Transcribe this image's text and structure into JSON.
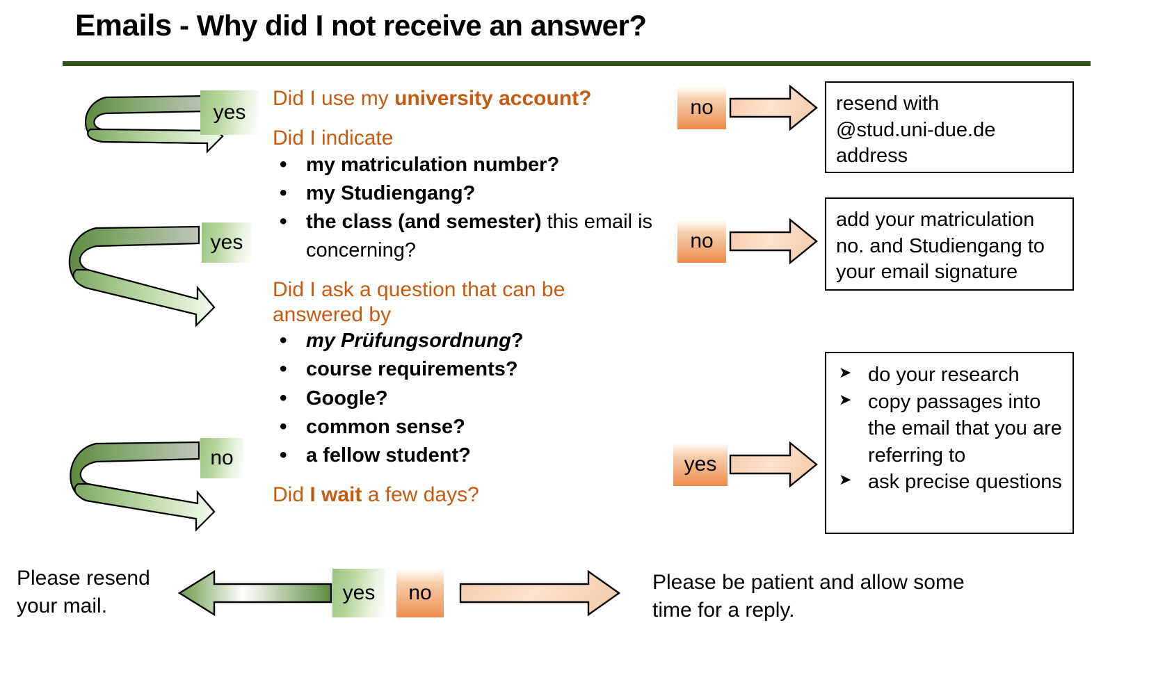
{
  "slide": {
    "title_bold": "Emails",
    "title_rest": "-  Why did I not receive an answer?",
    "rule_color": "#33521e",
    "accent_color": "#c55a11",
    "green_color": "#9ac37c",
    "orange_color": "#ed8c4d"
  },
  "questions": [
    {
      "id": "q1",
      "head_plain": "Did I use my ",
      "head_bold": "university account?",
      "bullets": []
    },
    {
      "id": "q2",
      "head_plain": "Did I indicate",
      "head_bold": "",
      "bullets": [
        {
          "bold": "my matriculation number?",
          "regular": ""
        },
        {
          "bold": "my Studiengang?",
          "regular": ""
        },
        {
          "bold": "the class (and semester)",
          "regular": " this email is concerning?"
        }
      ]
    },
    {
      "id": "q3",
      "head_plain": "Did I ask a question that can be answered by",
      "head_bold": "",
      "bullets": [
        {
          "italic": "my Prüfungsordnung",
          "bold": "?",
          "regular": ""
        },
        {
          "bold": "course requirements?",
          "regular": ""
        },
        {
          "bold": "Google?",
          "regular": ""
        },
        {
          "bold": "common sense?",
          "regular": ""
        },
        {
          "bold": "a fellow student?",
          "regular": ""
        }
      ]
    },
    {
      "id": "q4",
      "head_plain_a": "Did ",
      "head_bold": "I wait",
      "head_plain_b": " a few days?"
    }
  ],
  "loop_arrows": [
    {
      "label": "yes",
      "name": "loop-arrow-1"
    },
    {
      "label": "yes",
      "name": "loop-arrow-2"
    },
    {
      "label": "no",
      "name": "loop-arrow-3"
    }
  ],
  "branches": [
    {
      "chip": "no",
      "box_lines": [
        "resend with",
        "@stud.uni-due.de",
        "address"
      ],
      "box_type": "text"
    },
    {
      "chip": "no",
      "box_lines": [
        "add your matriculation",
        "no. and Studiengang to",
        "your email signature"
      ],
      "box_type": "text"
    },
    {
      "chip": "yes",
      "box_items": [
        "do your research",
        "copy passages into the email that you are referring to",
        "ask precise questions"
      ],
      "box_type": "list"
    }
  ],
  "footer": {
    "left_text_lines": [
      "Please resend",
      "your mail."
    ],
    "chip_yes": "yes",
    "chip_no": "no",
    "right_text_lines": [
      "Please be patient and allow some",
      "time for a reply."
    ]
  }
}
